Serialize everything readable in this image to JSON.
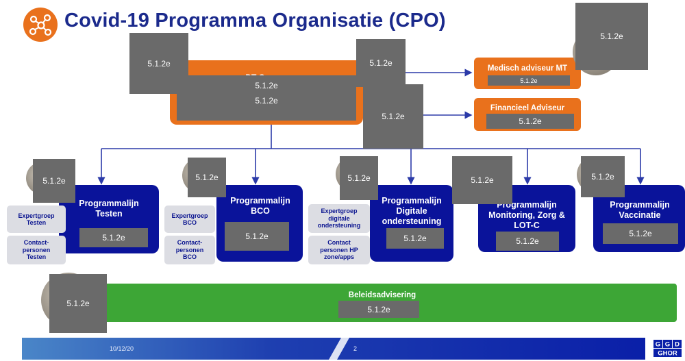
{
  "title": "Covid-19 Programma Organisatie (CPO)",
  "redaction_code": "5.1.2e",
  "dt_corona": {
    "label": "DT Corona"
  },
  "advisors": {
    "medisch": "Medisch adviseur MT",
    "financieel": "Financieel Adviseur"
  },
  "programmalijnen": [
    {
      "label": "Programmalijn\nTesten"
    },
    {
      "label": "Programmalijn\nBCO"
    },
    {
      "label": "Programmalijn\nDigitale\nondersteuning"
    },
    {
      "label": "Programmalijn\nMonitoring, Zorg &\nLOT-C"
    },
    {
      "label": "Programmalijn\nVaccinatie"
    }
  ],
  "experts": {
    "testen_expertgroep": "Expertgroep\nTesten",
    "testen_contact": "Contact-\npersonen\nTesten",
    "bco_expertgroep": "Expertgroep\nBCO",
    "bco_contact": "Contact-\npersonen\nBCO",
    "digitaal_expertgroep": "Expertgroep\ndigitale\nondersteuning",
    "digitaal_contact": "Contact\npersonen HP\nzone/apps"
  },
  "beleid": {
    "label": "Beleidsadvisering"
  },
  "footer": {
    "date": "10/12/20",
    "page": "2",
    "logo_text": "GGD GHOR"
  },
  "colors": {
    "orange": "#e9711c",
    "navy": "#0a139a",
    "green": "#3da636",
    "redaction": "#6a6a6a",
    "expert_bg": "#dcdde3"
  }
}
